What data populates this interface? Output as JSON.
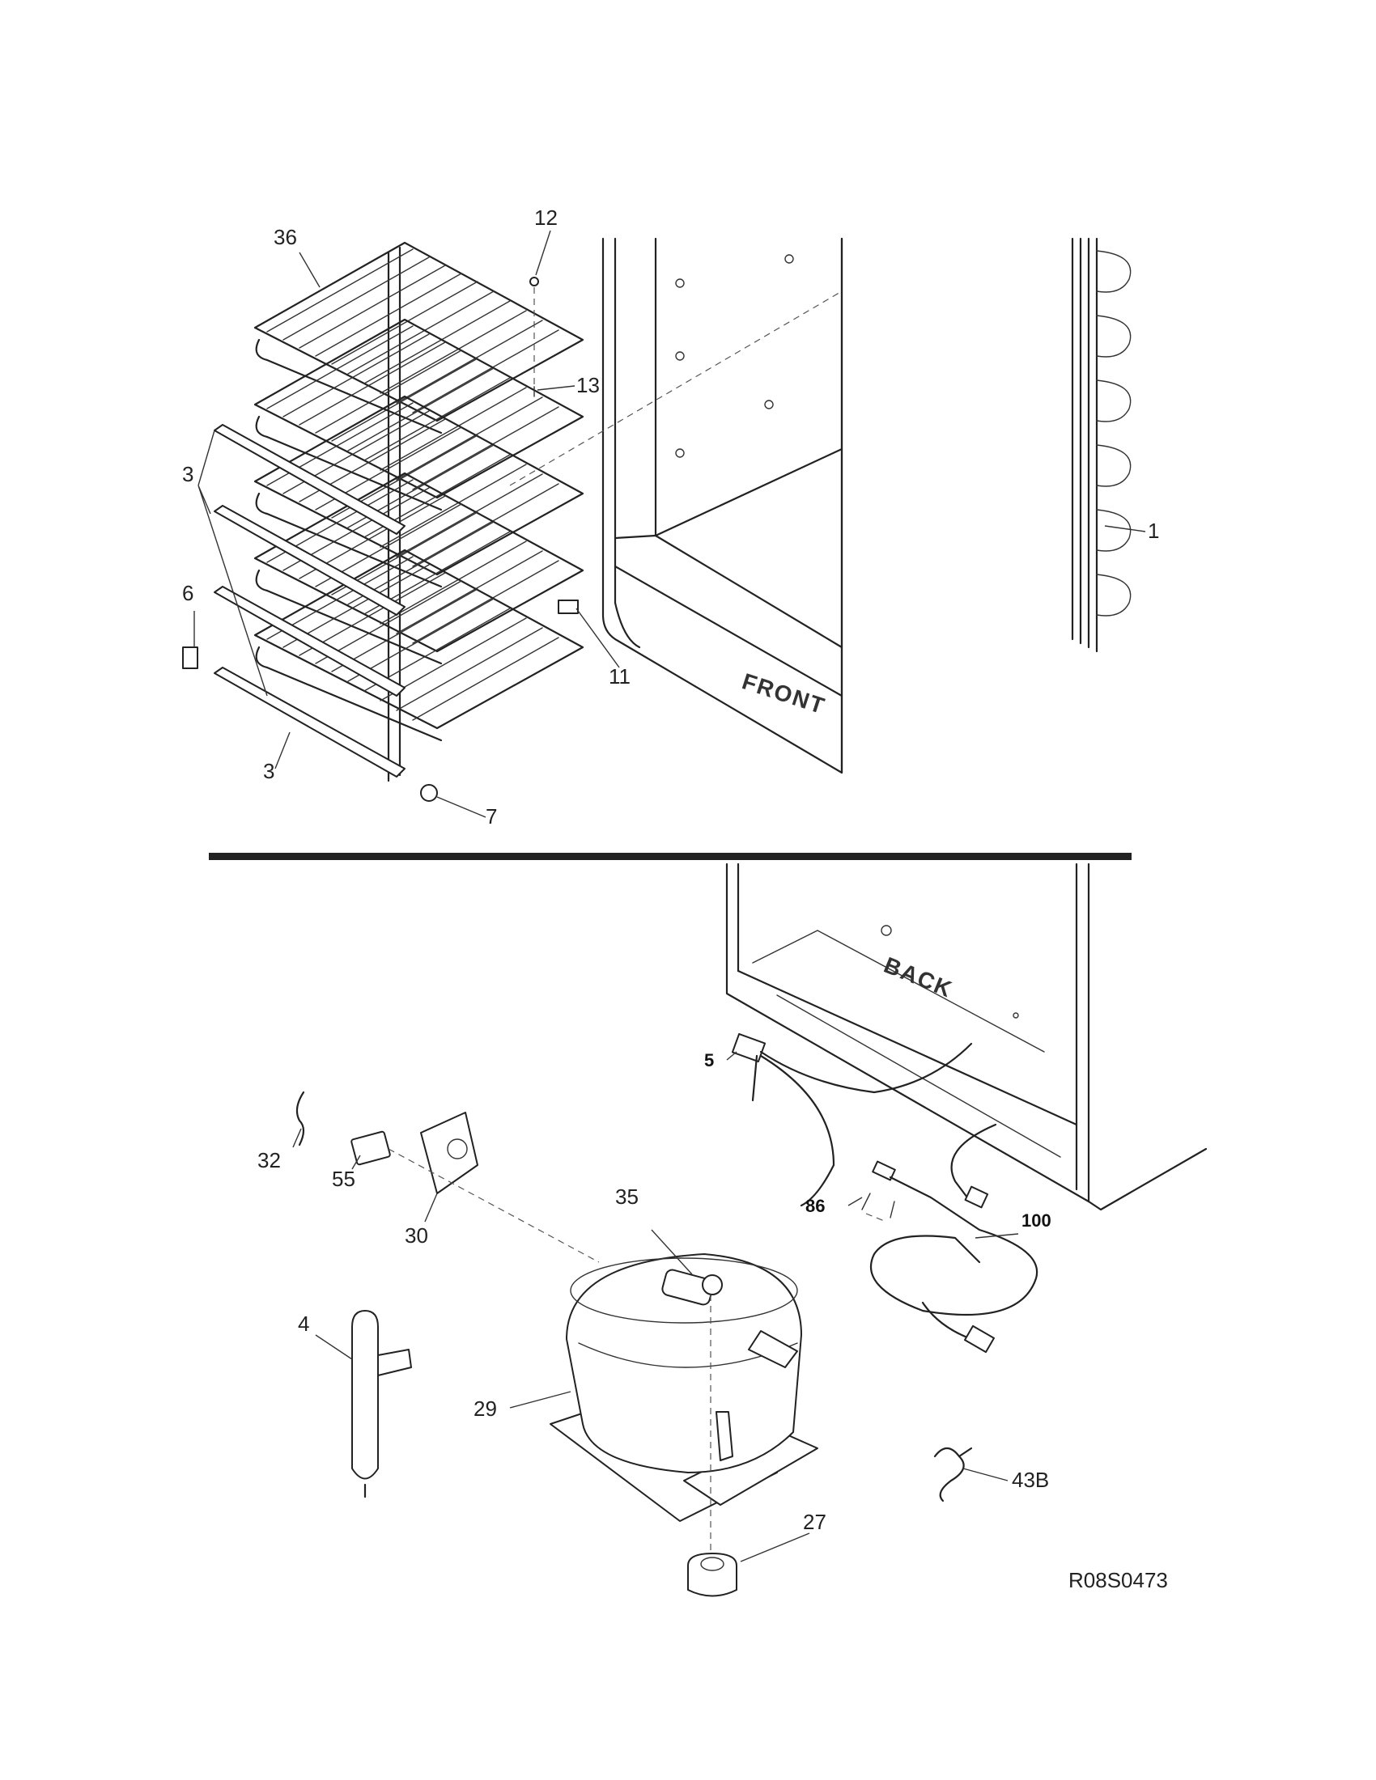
{
  "callouts": {
    "c36": "36",
    "c12": "12",
    "c13": "13",
    "c3a": "3",
    "c3b": "3",
    "c6": "6",
    "c11": "11",
    "c7": "7",
    "c1": "1",
    "c5": "5",
    "c32": "32",
    "c55": "55",
    "c30": "30",
    "c35": "35",
    "c86": "86",
    "c100": "100",
    "c4": "4",
    "c29": "29",
    "c43b": "43B",
    "c27": "27"
  },
  "labels": {
    "front": "FRONT",
    "back": "BACK"
  },
  "drawing_code": "R08S0473"
}
